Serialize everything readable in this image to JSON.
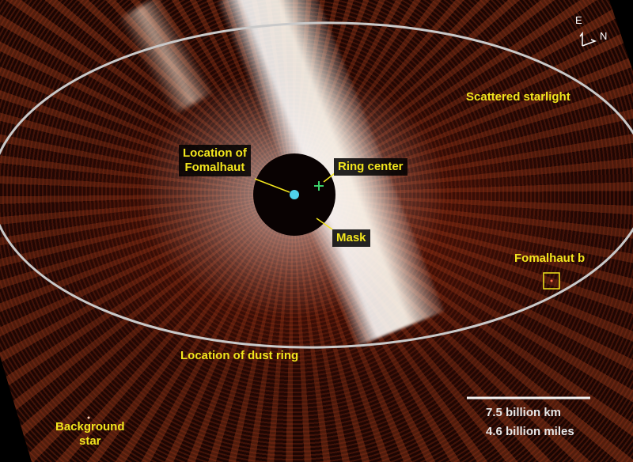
{
  "labels": {
    "location_of_fomalhaut_line1": "Location of",
    "location_of_fomalhaut_line2": "Fomalhaut",
    "ring_center": "Ring center",
    "mask": "Mask",
    "scattered_starlight": "Scattered starlight",
    "fomalhaut_b": "Fomalhaut b",
    "location_of_dust_ring": "Location of dust ring",
    "background_star_line1": "Background",
    "background_star_line2": "star"
  },
  "compass": {
    "east": "E",
    "north": "N"
  },
  "scale_bar": {
    "km": "7.5 billion km",
    "miles": "4.6 billion miles"
  },
  "colors": {
    "label_yellow": "#f2e51d",
    "ring_gray": "#c9c9c9",
    "star_cyan": "#4fd0ea",
    "center_green": "#3bd16a",
    "mask_dark": "#090202"
  }
}
